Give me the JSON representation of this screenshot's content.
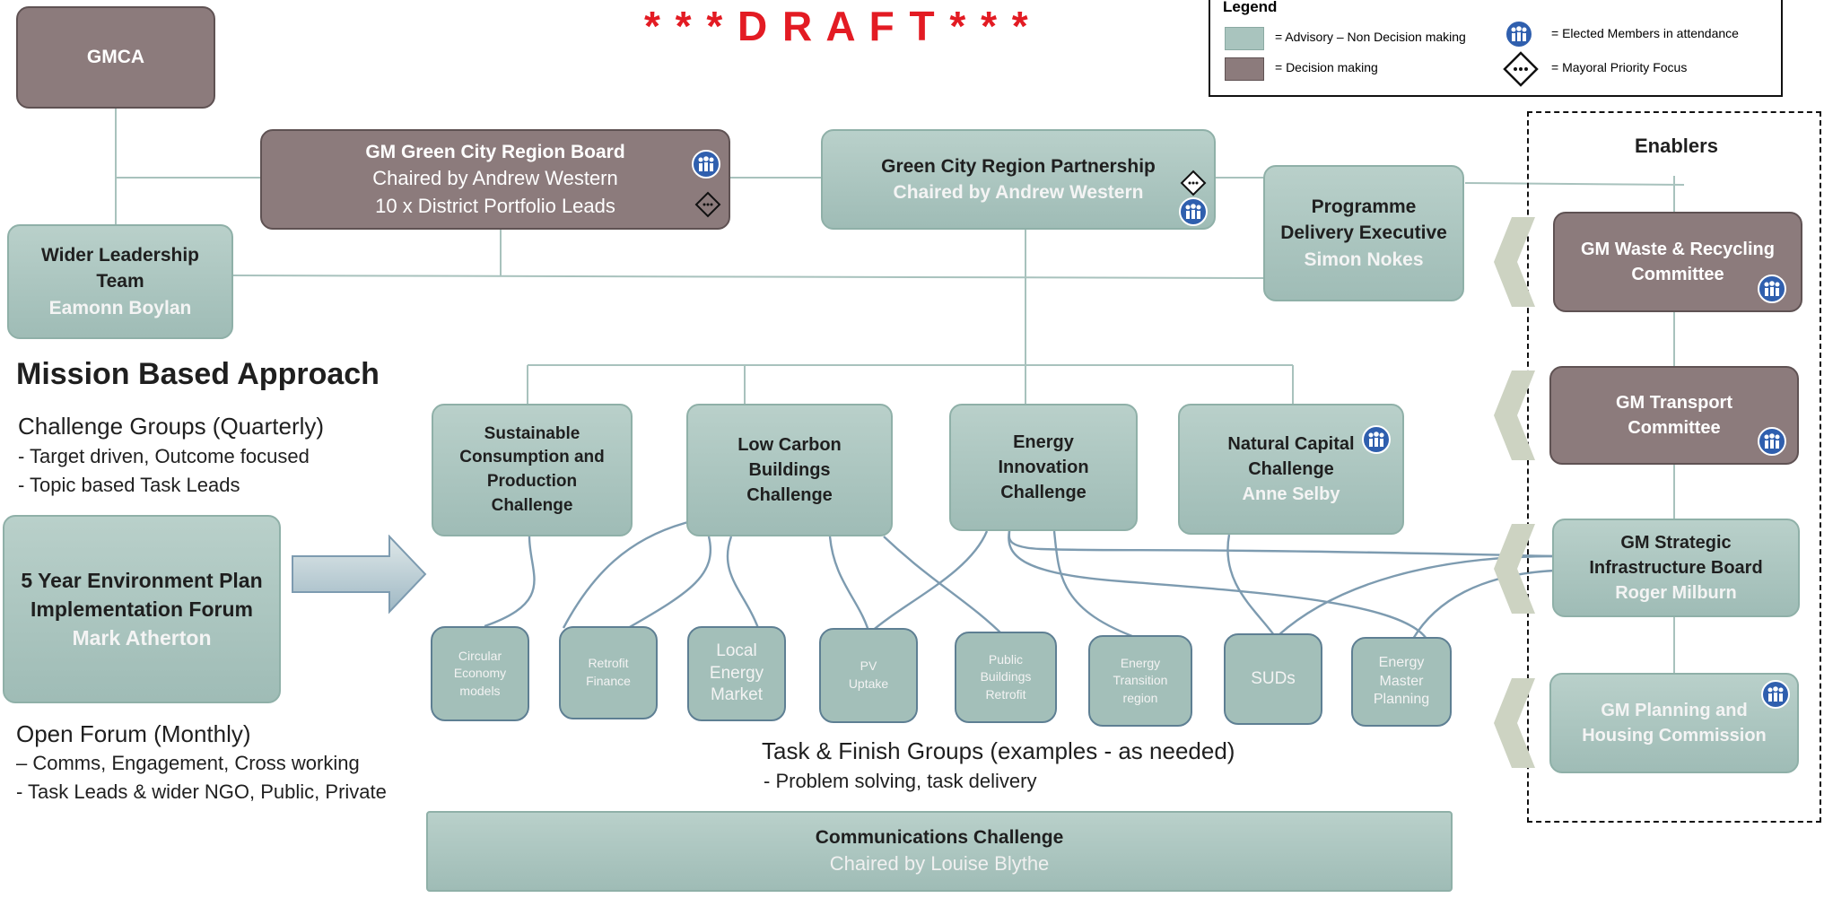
{
  "banner": {
    "draft": "* * *   D R A F T   * * *"
  },
  "legend": {
    "title": "Legend",
    "advisory": "= Advisory – Non Decision making",
    "decision": "= Decision making",
    "elected": "= Elected Members  in attendance",
    "mayoral": "= Mayoral Priority Focus"
  },
  "colors": {
    "advisory": "#a9c4be",
    "decision": "#8c7b7c",
    "draft": "#e31b23",
    "connector": "#7d9bb0",
    "elected_icon": "#2f5fae"
  },
  "nodes": {
    "gmca": {
      "title": "GMCA"
    },
    "board": {
      "title": "GM Green City Region Board",
      "line2": "Chaired by Andrew Western",
      "line3": "10 x District Portfolio Leads"
    },
    "partnership": {
      "title": "Green City Region Partnership",
      "sub": "Chaired by Andrew Western"
    },
    "programme": {
      "title1": "Programme",
      "title2": "Delivery  Executive",
      "sub": "Simon Nokes"
    },
    "wider": {
      "title1": "Wider Leadership",
      "title2": "Team",
      "sub": "Eamonn Boylan"
    },
    "forum": {
      "title1": "5 Year Environment Plan",
      "title2": "Implementation Forum",
      "sub": "Mark Atherton"
    },
    "comms": {
      "title": "Communications Challenge",
      "sub": "Chaired by Louise Blythe"
    }
  },
  "challenges": [
    {
      "lines": [
        "Sustainable",
        "Consumption and",
        "Production",
        "Challenge"
      ]
    },
    {
      "lines": [
        "Low Carbon",
        "Buildings",
        "Challenge"
      ]
    },
    {
      "lines": [
        "Energy",
        "Innovation",
        "Challenge"
      ]
    },
    {
      "lines": [
        "Natural Capital",
        "Challenge"
      ],
      "sub": "Anne Selby"
    }
  ],
  "tasks": [
    {
      "lines": [
        "Circular",
        "Economy",
        "models"
      ]
    },
    {
      "lines": [
        "Retrofit",
        "Finance"
      ]
    },
    {
      "lines": [
        "Local",
        "Energy",
        "Market"
      ]
    },
    {
      "lines": [
        "PV",
        "Uptake"
      ]
    },
    {
      "lines": [
        "Public",
        "Buildings",
        "Retrofit"
      ]
    },
    {
      "lines": [
        "Energy",
        "Transition",
        "region"
      ]
    },
    {
      "lines": [
        "SUDs"
      ]
    },
    {
      "lines": [
        "Energy",
        "Master",
        "Planning"
      ]
    }
  ],
  "enablers": {
    "title": "Enablers",
    "waste": {
      "title1": "GM Waste & Recycling",
      "title2": "Committee"
    },
    "transport": {
      "title1": "GM Transport",
      "title2": "Committee"
    },
    "infra": {
      "title1": "GM Strategic",
      "title2": "Infrastructure Board",
      "sub": "Roger Milburn"
    },
    "planning": {
      "title1": "GM Planning and",
      "title2": "Housing Commission"
    }
  },
  "text": {
    "mission": "Mission Based Approach",
    "challenge_groups": "Challenge  Groups (Quarterly)",
    "cg_bullet1": "-    Target driven, Outcome focused",
    "cg_bullet2": "-    Topic based Task Leads",
    "open_forum": "Open Forum (Monthly)",
    "of_bullet1": "– Comms, Engagement, Cross working",
    "of_bullet2": "- Task Leads & wider NGO, Public, Private",
    "task_title": "Task & Finish Groups (examples - as needed)",
    "task_bullet": "-    Problem solving, task delivery"
  }
}
